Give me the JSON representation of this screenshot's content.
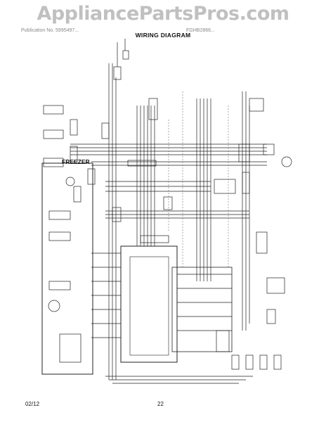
{
  "watermark": "AppliancePartsPros.com",
  "header": {
    "publication": "Publication No. 5995497...",
    "model": "FGHB2866..."
  },
  "title": "WIRING DIAGRAM",
  "labels": {
    "freezer": "FREEZER"
  },
  "footer": {
    "date": "02/12",
    "page": "22"
  }
}
